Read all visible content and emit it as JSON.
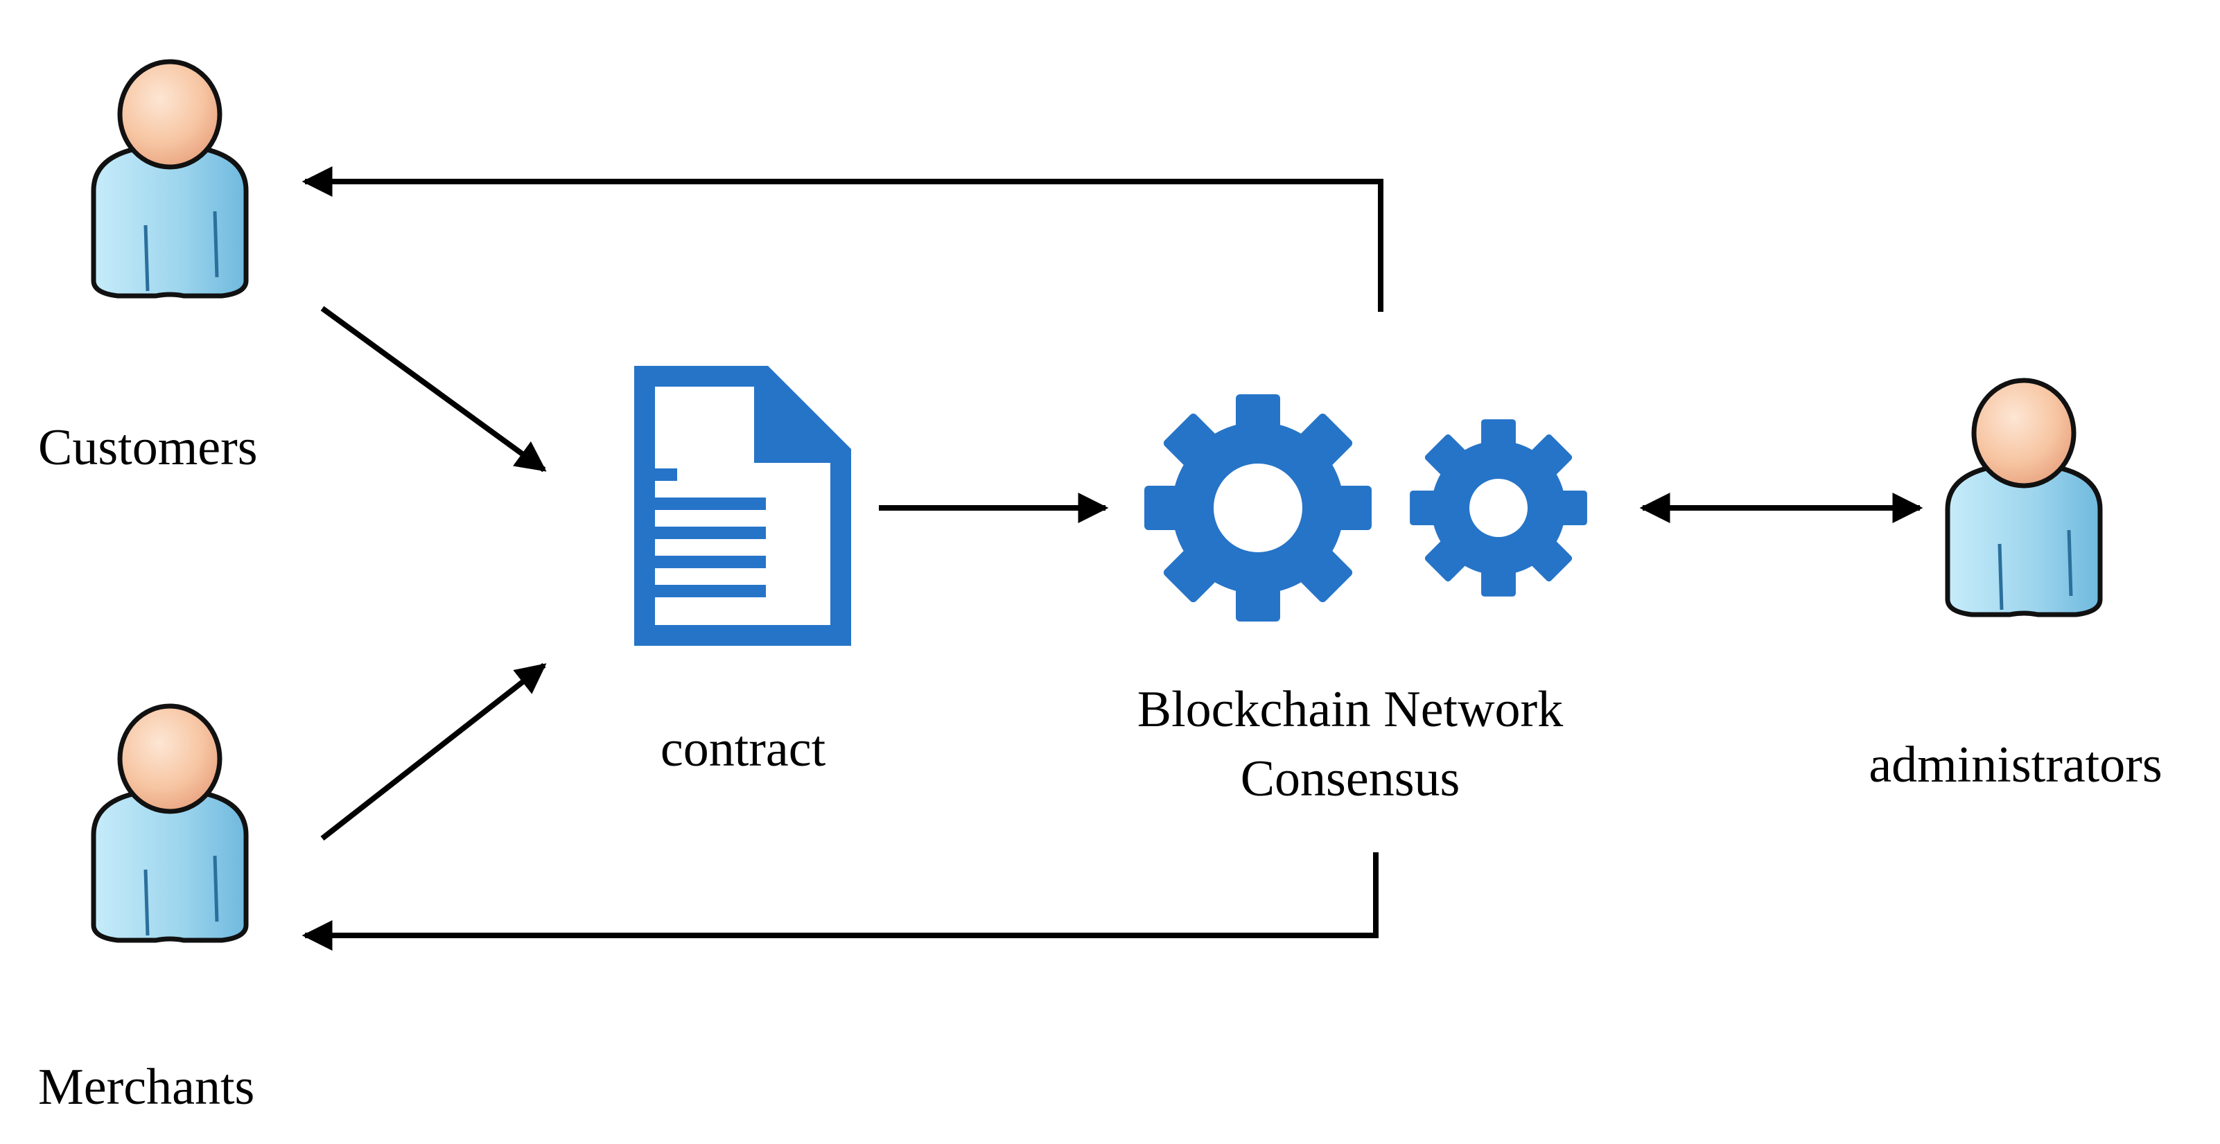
{
  "diagram": {
    "labels": {
      "customers": "Customers",
      "merchants": "Merchants",
      "contract": "contract",
      "blockchain_line1": "Blockchain Network",
      "blockchain_line2": "Consensus",
      "administrators": "administrators"
    },
    "icons": {
      "customers": "person-icon",
      "merchants": "person-icon",
      "administrators": "person-icon",
      "contract": "document-icon",
      "blockchain": "gears-icon"
    },
    "colors": {
      "icon_blue": "#2674C8",
      "arrow": "#000000",
      "person_body": "#A9DDF1",
      "person_skin": "#F8C9A8"
    }
  }
}
